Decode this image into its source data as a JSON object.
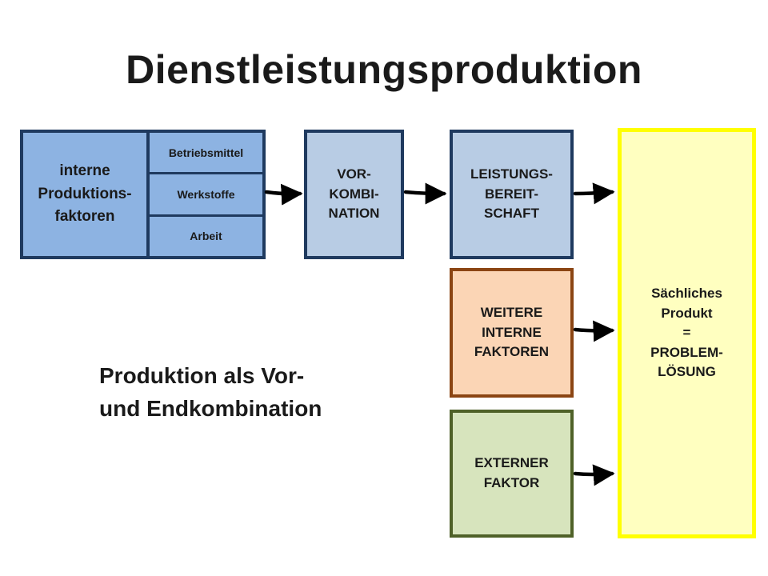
{
  "title": "Dienstleistungsproduktion",
  "interne": {
    "label_lines": [
      "interne",
      "Produktions-",
      "faktoren"
    ],
    "items": [
      "Betriebsmittel",
      "Werkstoffe",
      "Arbeit"
    ]
  },
  "vorkombination": {
    "lines": [
      "VOR-",
      "KOMBI-",
      "NATION"
    ]
  },
  "leistungsbereitschaft": {
    "lines": [
      "LEISTUNGS-",
      "BEREIT-",
      "SCHAFT"
    ]
  },
  "weitere_faktoren": {
    "lines": [
      "WEITERE",
      "INTERNE",
      "FAKTOREN"
    ]
  },
  "externer_faktor": {
    "lines": [
      "EXTERNER",
      "FAKTOR"
    ]
  },
  "ergebnis": {
    "lines": [
      "Sächliches",
      "Produkt",
      "=",
      "PROBLEM-",
      "LÖSUNG"
    ]
  },
  "subtitle": {
    "lines": [
      "Produktion als Vor-",
      "und Endkombination"
    ]
  },
  "colors": {
    "dark_blue_fill": "#8db3e2",
    "light_blue_fill": "#b8cce4",
    "orange_fill": "#fbd5b5",
    "green_fill": "#d7e4bd",
    "yellow_fill": "#ffffc0",
    "yellow_border": "#ffff00"
  }
}
